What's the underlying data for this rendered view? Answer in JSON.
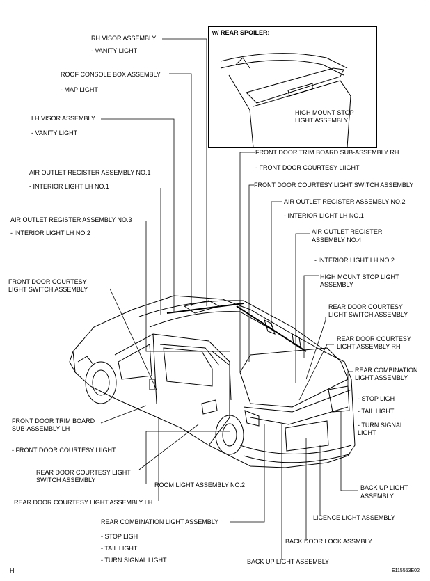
{
  "inset": {
    "title": "w/ REAR SPOILER:",
    "callout_1": "HIGH MOUNT STOP",
    "callout_2": "LIGHT ASSEMBLY"
  },
  "labels": {
    "rh_visor": "RH VISOR ASSEMBLY",
    "rh_visor_sub": "- VANITY LIGHT",
    "roof_console": "ROOF CONSOLE BOX ASSEMBLY",
    "roof_console_sub": "- MAP LIGHT",
    "lh_visor": "LH VISOR ASSEMBLY",
    "lh_visor_sub": "- VANITY LIGHT",
    "air_outlet_1": "AIR OUTLET REGISTER ASSEMBLY NO.1",
    "air_outlet_1_sub": "- INTERIOR LIGHT LH NO.1",
    "air_outlet_3": "AIR OUTLET REGISTER ASSEMBLY NO.3",
    "air_outlet_3_sub": "- INTERIOR LIGHT LH NO.2",
    "front_switch_left_1": "FRONT DOOR COURTESY",
    "front_switch_left_2": "LIGHT SWITCH ASSEMBLY",
    "front_trim_lh_1": "FRONT DOOR TRIM BOARD",
    "front_trim_lh_2": "SUB-ASSEMBLY LH",
    "front_trim_lh_sub": "- FRONT DOOR COURTESY LIIGHT",
    "rear_switch_1": "REAR DOOR COURTESY LIGHT",
    "rear_switch_2": "SWITCH ASSEMBLY",
    "rear_courtesy_lh": "REAR DOOR COURTESY LIGHT ASSEMBLY LH",
    "room_light_2": "ROOM LIGHT ASSEMBLY NO.2",
    "rear_combo_left": "REAR COMBINATION LIGHT ASSEMBLY",
    "rear_combo_left_s1": "- STOP LIGH",
    "rear_combo_left_s2": "- TAIL LIGHT",
    "rear_combo_left_s3": "- TURN SIGNAL LIGHT",
    "back_up_bottom": "BACK UP LIGHT ASSEMBLY",
    "back_door_lock": "BACK DOOR LOCK ASSMBLY",
    "licence_light": "LICENCE LIGHT ASSEMBLY",
    "back_up_right_1": "BACK UP LIGHT",
    "back_up_right_2": "ASSEMBLY",
    "front_trim_rh": "FRONT DOOR TRIM BOARD SUB-ASSEMBLY RH",
    "front_trim_rh_sub": "- FRONT DOOR COURTESY LIIGHT",
    "front_switch_right": "FRONT DOOR COURTESY LIGHT SWITCH ASSEMBLY",
    "air_outlet_2": "AIR OUTLET REGISTER ASSEMBLY NO.2",
    "air_outlet_2_sub": "- INTERIOR LIGHT LH NO.1",
    "air_outlet_4_1": "AIR OUTLET REGISTER",
    "air_outlet_4_2": "ASSEMBLY NO.4",
    "air_outlet_4_sub": "- INTERIOR LIGHT LH NO.2",
    "high_mount_1": "HIGH MOUNT STOP LIGHT",
    "high_mount_2": "ASSEMBLY",
    "rear_switch_r_1": "REAR DOOR COURTESY",
    "rear_switch_r_2": "LIGHT SWITCH ASSEMBLY",
    "rear_courtesy_rh_1": "REAR DOOR COURTESY",
    "rear_courtesy_rh_2": "LIGHT ASSEMBLY RH",
    "rear_combo_right_1": "REAR COMBINATION",
    "rear_combo_right_2": "LIGHT ASSEMBLY",
    "rear_combo_right_s1": "- STOP LIGH",
    "rear_combo_right_s2": "- TAIL LIGHT",
    "rear_combo_right_s3": "- TURN SIGNAL",
    "rear_combo_right_s4": "LIGHT"
  },
  "footer": {
    "left_code": "H",
    "right_code": "E115553E02"
  }
}
